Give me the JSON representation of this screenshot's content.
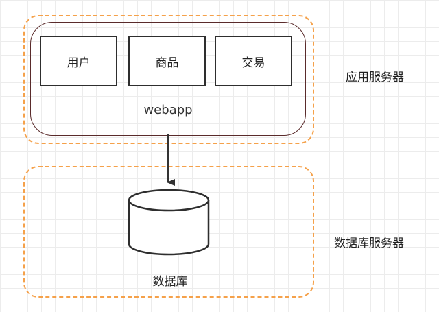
{
  "app_server": {
    "label": "应用服务器",
    "webapp_label": "webapp",
    "modules": [
      {
        "label": "用户"
      },
      {
        "label": "商品"
      },
      {
        "label": "交易"
      }
    ]
  },
  "db_server": {
    "label": "数据库服务器",
    "database_label": "数据库"
  },
  "colors": {
    "dashed_border": "#f5a14a",
    "webapp_border": "#5a2b2b",
    "module_border": "#2e2e2e",
    "arrow": "#333333",
    "grid": "#ececec"
  }
}
